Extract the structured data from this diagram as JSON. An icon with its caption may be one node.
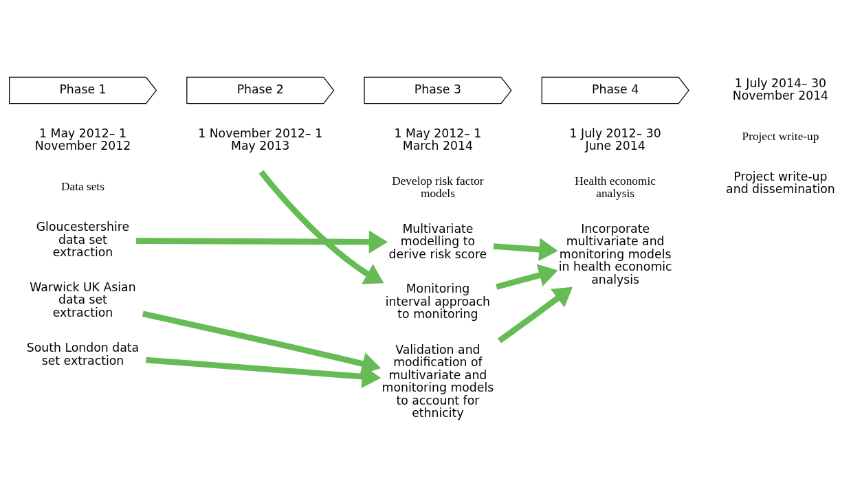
{
  "diagram": {
    "nodes": [
      {
        "text": [
          "Phase 1"
        ]
      },
      {
        "text": [
          "Phase 2"
        ]
      },
      {
        "text": [
          "Phase 3"
        ]
      },
      {
        "text": [
          "Phase 4"
        ]
      },
      {
        "text": [
          "Gloucestershire data set extraction"
        ]
      },
      {
        "text": [
          "Multivariate modelling to derive risk score"
        ]
      },
      {
        "text": [
          "Monitoring interval approach to monitoring"
        ]
      },
      {
        "text": [
          "Warwick UK Asian data set extraction"
        ]
      },
      {
        "text": [
          "South London data set extraction"
        ]
      },
      {
        "text": [
          "Validation and modification of multivariate and monitoring models to account for ethnicity"
        ]
      },
      {
        "text": [
          "Incorporate multivariate and monitoring models in health economic analysis"
        ]
      }
    ],
    "edges": [
      {
        "from": 4,
        "to": 5,
        "arrow": "to"
      },
      {
        "from": null,
        "to": 6,
        "arrow": "to"
      },
      {
        "from": 7,
        "to": 9,
        "arrow": "to"
      },
      {
        "from": 8,
        "to": 9,
        "arrow": "to"
      },
      {
        "from": 5,
        "to": 10,
        "arrow": "to"
      },
      {
        "from": 6,
        "to": 10,
        "arrow": "to"
      },
      {
        "from": 9,
        "to": 10,
        "arrow": "to"
      }
    ],
    "labels": [
      "1 May 2012– 1 November 2012",
      "1 November 2012– 1 May 2013",
      "1 May 2012– 1 March 2014",
      "1 July 2012– 30 June 2014",
      "1 July 2014– 30 November 2014",
      "Data sets",
      "Develop risk factor models",
      "Health economic analysis",
      "Project write-up",
      "Project write-up and dissemination"
    ]
  }
}
